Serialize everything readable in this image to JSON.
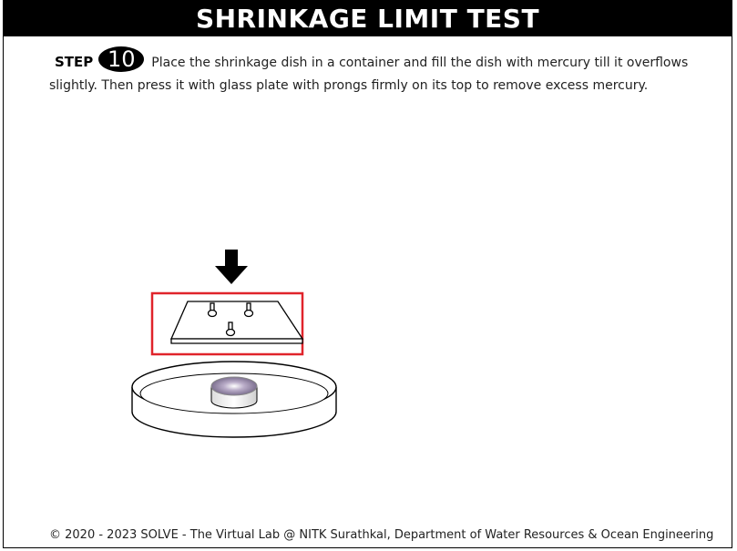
{
  "header": {
    "title": "SHRINKAGE LIMIT TEST"
  },
  "step": {
    "label": "STEP",
    "number": "10",
    "instruction": "Place the shrinkage dish in a container and fill the dish with mercury till it overflows slightly. Then press it with glass plate with prongs firmly on its top to remove excess mercury."
  },
  "illustration": {
    "arrow_icon": "down-arrow-icon",
    "highlight_color": "#e0242b",
    "mercury_color": "#9d90b0"
  },
  "footer": {
    "copyright": "© 2020 - 2023 SOLVE - The Virtual Lab @ NITK Surathkal, Department of Water Resources & Ocean Engineering"
  }
}
